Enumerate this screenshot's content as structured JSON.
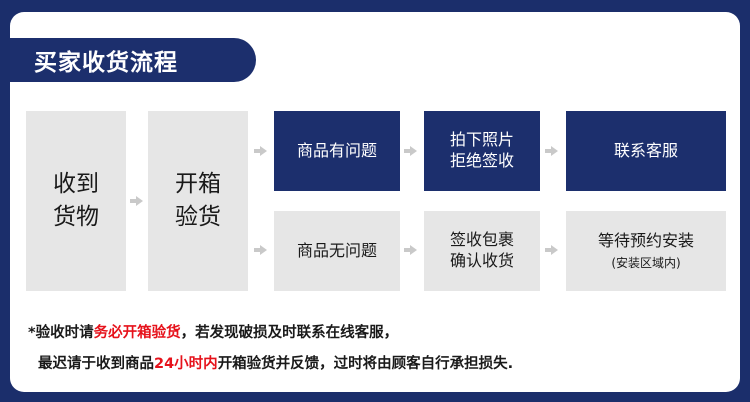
{
  "title": "买家收货流程",
  "steps": {
    "receive": [
      "收到",
      "货物"
    ],
    "open": [
      "开箱",
      "验货"
    ]
  },
  "problem_row": {
    "condition": "商品有问题",
    "action": [
      "拍下照片",
      "拒绝签收"
    ],
    "result": "联系客服"
  },
  "ok_row": {
    "condition": "商品无问题",
    "action": [
      "签收包裹",
      "确认收货"
    ],
    "result": "等待预约安装",
    "result_note": "(安装区域内)"
  },
  "notes": {
    "line1_a": "*验收时请",
    "line1_b": "务必开箱验货",
    "line1_c": "，若发现破损及时联系在线客服，",
    "line2_a": "最迟请于收到商品",
    "line2_b": "24小时内",
    "line2_c": "开箱验货并反馈，过时将由顾客自行承担损失."
  },
  "colors": {
    "navy": "#1c2f6d",
    "gray": "#e6e6e6",
    "highlight": "#e6121b"
  }
}
